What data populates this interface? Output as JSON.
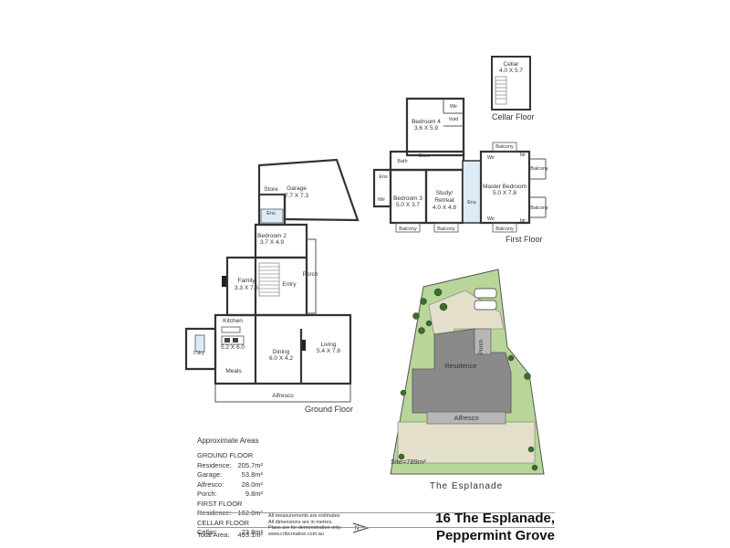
{
  "floors": {
    "ground_floor_title": "Ground Floor",
    "first_floor_title": "First Floor",
    "cellar_floor_title": "Cellar Floor"
  },
  "rooms": {
    "garage": {
      "name": "Garage",
      "size": "7.7 X 7.3"
    },
    "store": "Store",
    "ens": "Ens",
    "bedroom2": {
      "name": "Bedroom 2",
      "size": "3.7 X 4.9"
    },
    "family": {
      "name": "Family",
      "size": "3.3 X 7.6"
    },
    "entry": "Entry",
    "porch": "Porch",
    "kitchen": {
      "name": "Kitchen",
      "size": "5.2 X 6.0"
    },
    "laundry": "L'dry",
    "meals": "Meals",
    "dining": {
      "name": "Dining",
      "size": "6.0 X 4.2"
    },
    "living": {
      "name": "Living",
      "size": "5.4 X 7.8"
    },
    "alfresco": "Alfresco",
    "bedroom4": {
      "name": "Bedroom 4",
      "size": "3.6 X 5.9"
    },
    "wir": "Wir",
    "void": "Void",
    "bath": "Bath",
    "bedroom3": {
      "name": "Bedroom 3",
      "size": "5.0 X 3.7"
    },
    "study": {
      "name": "Study/",
      "name2": "Retreat",
      "size": "4.0 X 4.8"
    },
    "master": {
      "name": "Master Bedroom",
      "size": "5.0 X 7.8"
    },
    "balcony": "Balcony",
    "bir": "bir",
    "cellar": {
      "name": "Cellar",
      "size": "4.0 X 5.7"
    }
  },
  "site": {
    "residence": "Residence",
    "porch": "Porch",
    "alfresco": "Alfresco",
    "site_area": "Site=789m²",
    "street": "The Esplanade"
  },
  "areas": {
    "title": "Approximate Areas",
    "ground_header": "GROUND FLOOR",
    "first_header": "FIRST FLOOR",
    "cellar_header": "CELLAR FLOOR",
    "ground": [
      {
        "label": "Residence:",
        "value": "205.7m²"
      },
      {
        "label": "Garage:",
        "value": "53.8m²"
      },
      {
        "label": "Alfresco:",
        "value": "28.0m²"
      },
      {
        "label": "Porch:",
        "value": "9.8m²"
      }
    ],
    "first": [
      {
        "label": "Residence:",
        "value": "162.0m²"
      }
    ],
    "cellar": [
      {
        "label": "Cellar:",
        "value": "23.8m²"
      }
    ],
    "total": {
      "label": "Total Area:",
      "value": "493.1m²"
    }
  },
  "disclaimer": {
    "line1": "All measurements are estimates",
    "line2": "All dimensions are in metres.",
    "line3": "Plans are for demonstration only.",
    "line4": "www.cribcreative.com.au"
  },
  "address": {
    "line1": "16 The Esplanade,",
    "line2": "Peppermint Grove"
  },
  "colors": {
    "lawn": "#b9d69a",
    "paving": "#e4dfca",
    "roof": "#8a8a8a",
    "alfresco_roof": "#b7b7b7",
    "ensuite": "#dcebf5"
  },
  "icons": {
    "north_arrow": "north-arrow-icon",
    "tree": "tree-icon",
    "car": "car-icon"
  }
}
